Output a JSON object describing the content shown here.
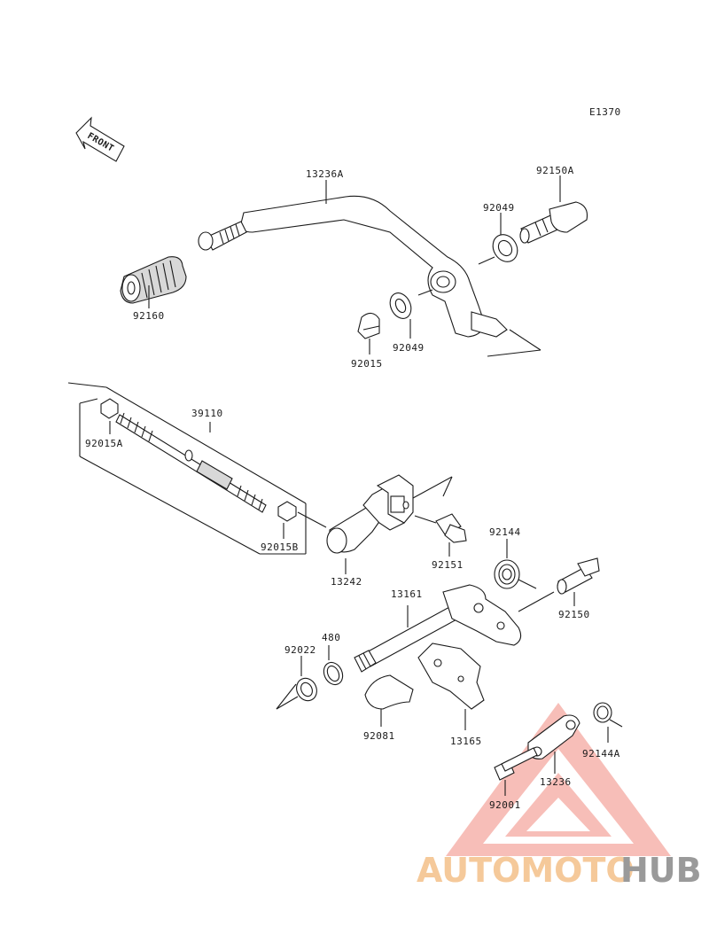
{
  "diagram": {
    "code": "E1370",
    "front_arrow": "FRONT",
    "parts": [
      {
        "id": "13236A"
      },
      {
        "id": "92150A"
      },
      {
        "id": "92049"
      },
      {
        "id": "92160"
      },
      {
        "id": "92049"
      },
      {
        "id": "92015"
      },
      {
        "id": "39110"
      },
      {
        "id": "92015A"
      },
      {
        "id": "92015B"
      },
      {
        "id": "13242"
      },
      {
        "id": "92151"
      },
      {
        "id": "92144"
      },
      {
        "id": "13161"
      },
      {
        "id": "92150"
      },
      {
        "id": "480"
      },
      {
        "id": "92022"
      },
      {
        "id": "92081"
      },
      {
        "id": "13165"
      },
      {
        "id": "92144A"
      },
      {
        "id": "13236"
      },
      {
        "id": "92001"
      }
    ]
  },
  "watermark": {
    "brand_part1": "AUTOMOTO",
    "brand_part2": "HUB",
    "color_primary": "#f0a09a",
    "color_secondary": "#f5c99a",
    "color_hub": "#9a9a9a"
  }
}
